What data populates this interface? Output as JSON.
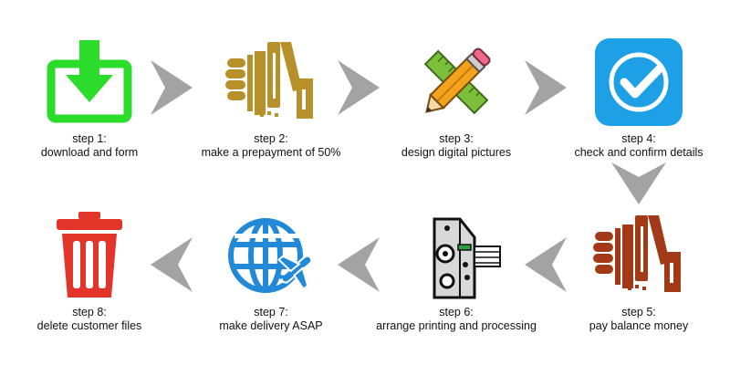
{
  "colors": {
    "download_green": "#2bdc2b",
    "gold": "#b8902a",
    "rust": "#a33a17",
    "check_blue": "#1ea0e6",
    "trash_red": "#e3342a",
    "globe_blue": "#2288d8",
    "arrow_gray": "#a3a3a3"
  },
  "steps": [
    {
      "title": "step 1:",
      "desc": "download and form",
      "icon": "download-icon"
    },
    {
      "title": "step 2:",
      "desc": "make a prepayment of 50%",
      "icon": "hand-money-icon"
    },
    {
      "title": "step 3:",
      "desc": "design digital pictures",
      "icon": "pencil-ruler-icon"
    },
    {
      "title": "step 4:",
      "desc": "check and confirm details",
      "icon": "checkmark-icon"
    },
    {
      "title": "step 5:",
      "desc": "pay balance money",
      "icon": "hand-money-icon"
    },
    {
      "title": "step 6:",
      "desc": "arrange printing and processing",
      "icon": "printer-machine-icon"
    },
    {
      "title": "step 7:",
      "desc": "make delivery ASAP",
      "icon": "globe-plane-icon"
    },
    {
      "title": "step 8:",
      "desc": "delete customer files",
      "icon": "trash-icon"
    }
  ]
}
